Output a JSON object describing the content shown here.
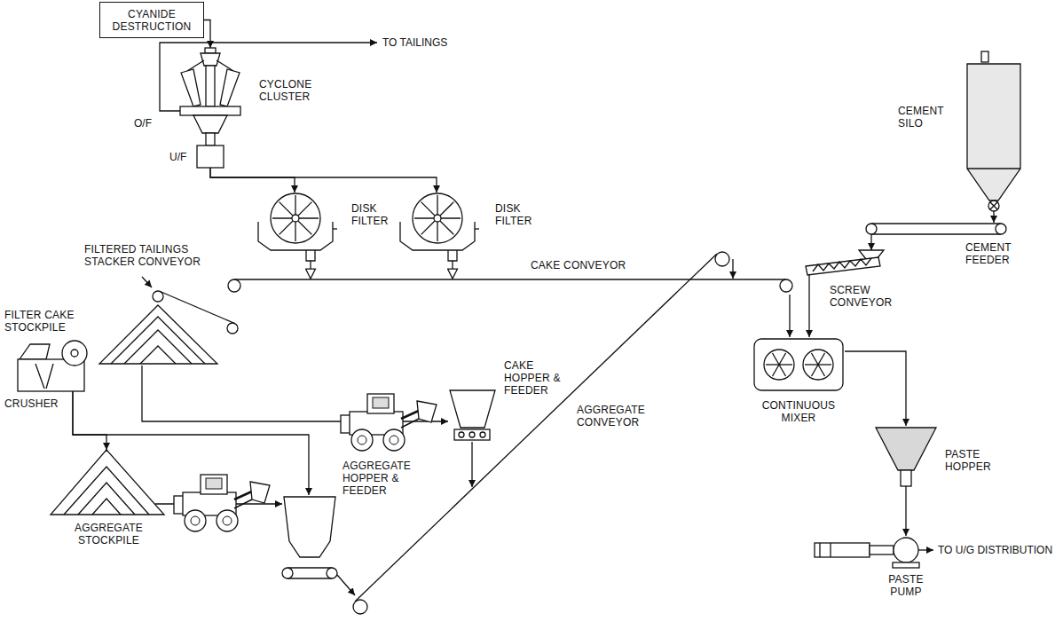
{
  "diagram": {
    "nodes": [
      {
        "text": [
          "CYANIDE DESTRUCTION"
        ]
      },
      {
        "text": [
          "CYCLONE CLUSTER"
        ]
      },
      {
        "text": [
          "DISK FILTER"
        ]
      },
      {
        "text": [
          "DISK FILTER"
        ]
      },
      {
        "text": [
          "FILTERED TAILINGS STACKER CONVEYOR"
        ]
      },
      {
        "text": [
          "CAKE CONVEYOR"
        ]
      },
      {
        "text": [
          "CEMENT SILO"
        ]
      },
      {
        "text": [
          "CEMENT FEEDER"
        ]
      },
      {
        "text": [
          "SCREW CONVEYOR"
        ]
      },
      {
        "text": [
          "FILTER CAKE STOCKPILE"
        ]
      },
      {
        "text": [
          "CAKE HOPPER & FEEDER"
        ]
      },
      {
        "text": [
          "CONTINUOUS MIXER"
        ]
      },
      {
        "text": [
          "CRUSHER"
        ]
      },
      {
        "text": [
          "AGGREGATE CONVEYOR"
        ]
      },
      {
        "text": [
          "AGGREGATE HOPPER & FEEDER"
        ]
      },
      {
        "text": [
          "AGGREGATE STOCKPILE"
        ]
      },
      {
        "text": [
          "PASTE HOPPER"
        ]
      },
      {
        "text": [
          "PASTE PUMP"
        ]
      }
    ],
    "edges": [
      {
        "from": 0,
        "to": 1,
        "arrow": "to"
      },
      {
        "from": 1,
        "to": 2,
        "arrow": "to"
      },
      {
        "from": 1,
        "to": 3,
        "arrow": "to"
      },
      {
        "from": 2,
        "to": 5,
        "arrow": "to"
      },
      {
        "from": 3,
        "to": 5,
        "arrow": "to"
      },
      {
        "from": 13,
        "to": 5,
        "arrow": "to"
      },
      {
        "from": 5,
        "to": 11,
        "arrow": "to"
      },
      {
        "from": 6,
        "to": 7,
        "arrow": "to"
      },
      {
        "from": 7,
        "to": 8,
        "arrow": "to"
      },
      {
        "from": 8,
        "to": 11,
        "arrow": "to"
      },
      {
        "from": 9,
        "to": 10,
        "arrow": "to"
      },
      {
        "from": 10,
        "to": 13,
        "arrow": "to"
      },
      {
        "from": 12,
        "to": 14,
        "arrow": "to"
      },
      {
        "from": 12,
        "to": 15,
        "arrow": "to"
      },
      {
        "from": 15,
        "to": 14,
        "arrow": "to"
      },
      {
        "from": 14,
        "to": 13,
        "arrow": "to"
      },
      {
        "from": 11,
        "to": 16,
        "arrow": "to"
      },
      {
        "from": 16,
        "to": 17,
        "arrow": "to"
      }
    ],
    "labels": [
      "TO TAILINGS",
      "O/F",
      "U/F",
      "TO U/G DISTRIBUTION"
    ]
  }
}
